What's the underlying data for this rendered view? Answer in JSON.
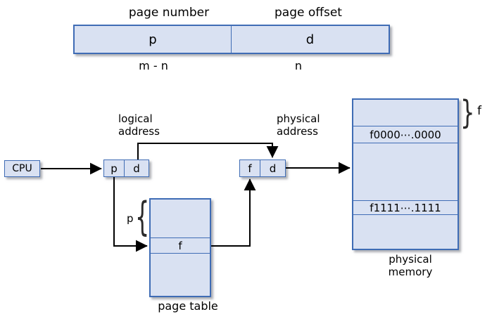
{
  "address_format": {
    "page_number_label": "page number",
    "page_offset_label": "page offset",
    "page_number_cell": "p",
    "page_offset_cell": "d",
    "page_number_bits": "m - n",
    "page_offset_bits": "n"
  },
  "cpu": {
    "label": "CPU"
  },
  "logical_address": {
    "label_line1": "logical",
    "label_line2": "address",
    "page_cell": "p",
    "offset_cell": "d"
  },
  "physical_address": {
    "label_line1": "physical",
    "label_line2": "address",
    "frame_cell": "f",
    "offset_cell": "d"
  },
  "page_table": {
    "caption": "page table",
    "entry_value": "f",
    "index_label": "p",
    "brace": "{"
  },
  "physical_memory": {
    "caption_line1": "physical",
    "caption_line2": "memory",
    "frame_start_row": "f0000⋯.0000",
    "frame_end_row": "f1111⋯.1111",
    "frame_label": "f",
    "brace": "}"
  },
  "colors": {
    "box_fill": "#d9e1f2",
    "box_border": "#3f6cb5",
    "line": "#000000"
  }
}
